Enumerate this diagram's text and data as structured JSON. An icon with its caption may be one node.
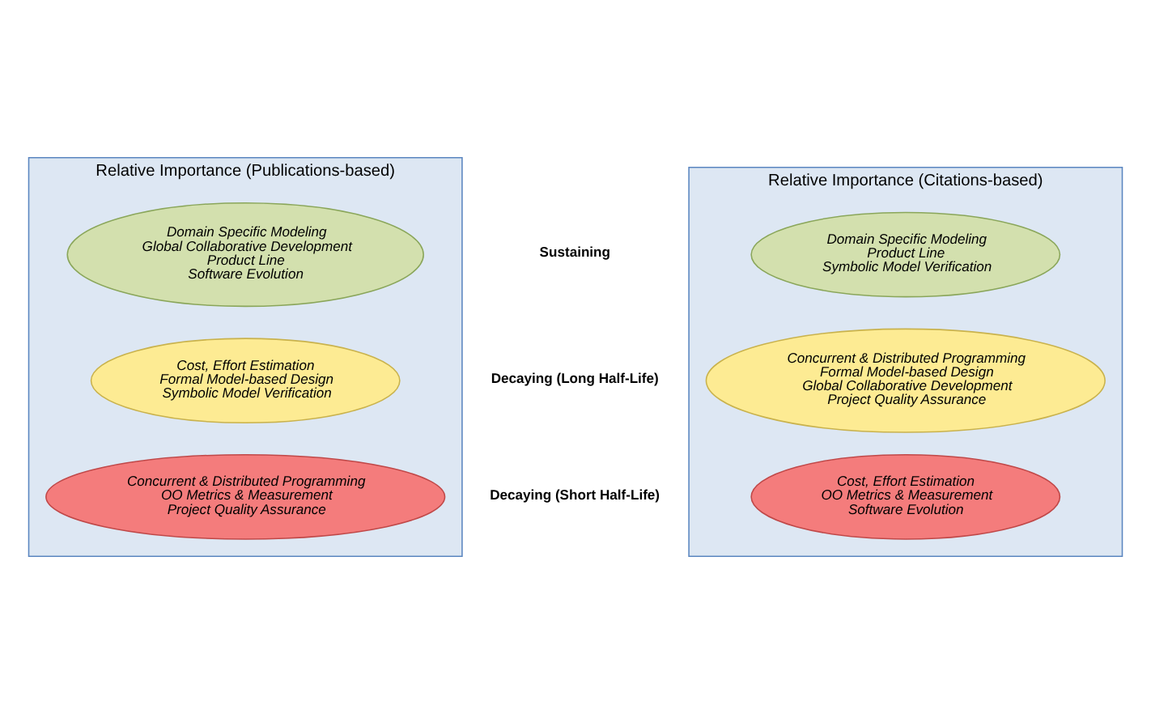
{
  "diagram": {
    "nodes": [
      {
        "text": [
          "Relative Importance (Publications-based)"
        ]
      },
      {
        "text": [
          "Domain Specific Modeling",
          "Global Collaborative Development",
          "Product Line",
          "Software Evolution"
        ],
        "in": 0
      },
      {
        "text": [
          "Cost, Effort Estimation",
          "Formal Model-based Design",
          "Symbolic Model Verification"
        ],
        "in": 0
      },
      {
        "text": [
          "Concurrent & Distributed Programming",
          "OO Metrics & Measurement",
          "Project Quality Assurance"
        ],
        "in": 0
      },
      {
        "text": [
          "Relative Importance (Citations-based)"
        ]
      },
      {
        "text": [
          "Domain Specific Modeling",
          "Product Line",
          "Symbolic Model Verification"
        ],
        "in": 4
      },
      {
        "text": [
          "Concurrent & Distributed Programming",
          "Formal Model-based Design",
          "Global Collaborative Development",
          "Project Quality Assurance"
        ],
        "in": 4
      },
      {
        "text": [
          "Cost, Effort Estimation",
          "OO Metrics & Measurement",
          "Software Evolution"
        ],
        "in": 4
      }
    ],
    "edges": [],
    "labels": [
      "Sustaining",
      "Decaying (Long Half-Life)",
      "Decaying (Short Half-Life)"
    ]
  }
}
